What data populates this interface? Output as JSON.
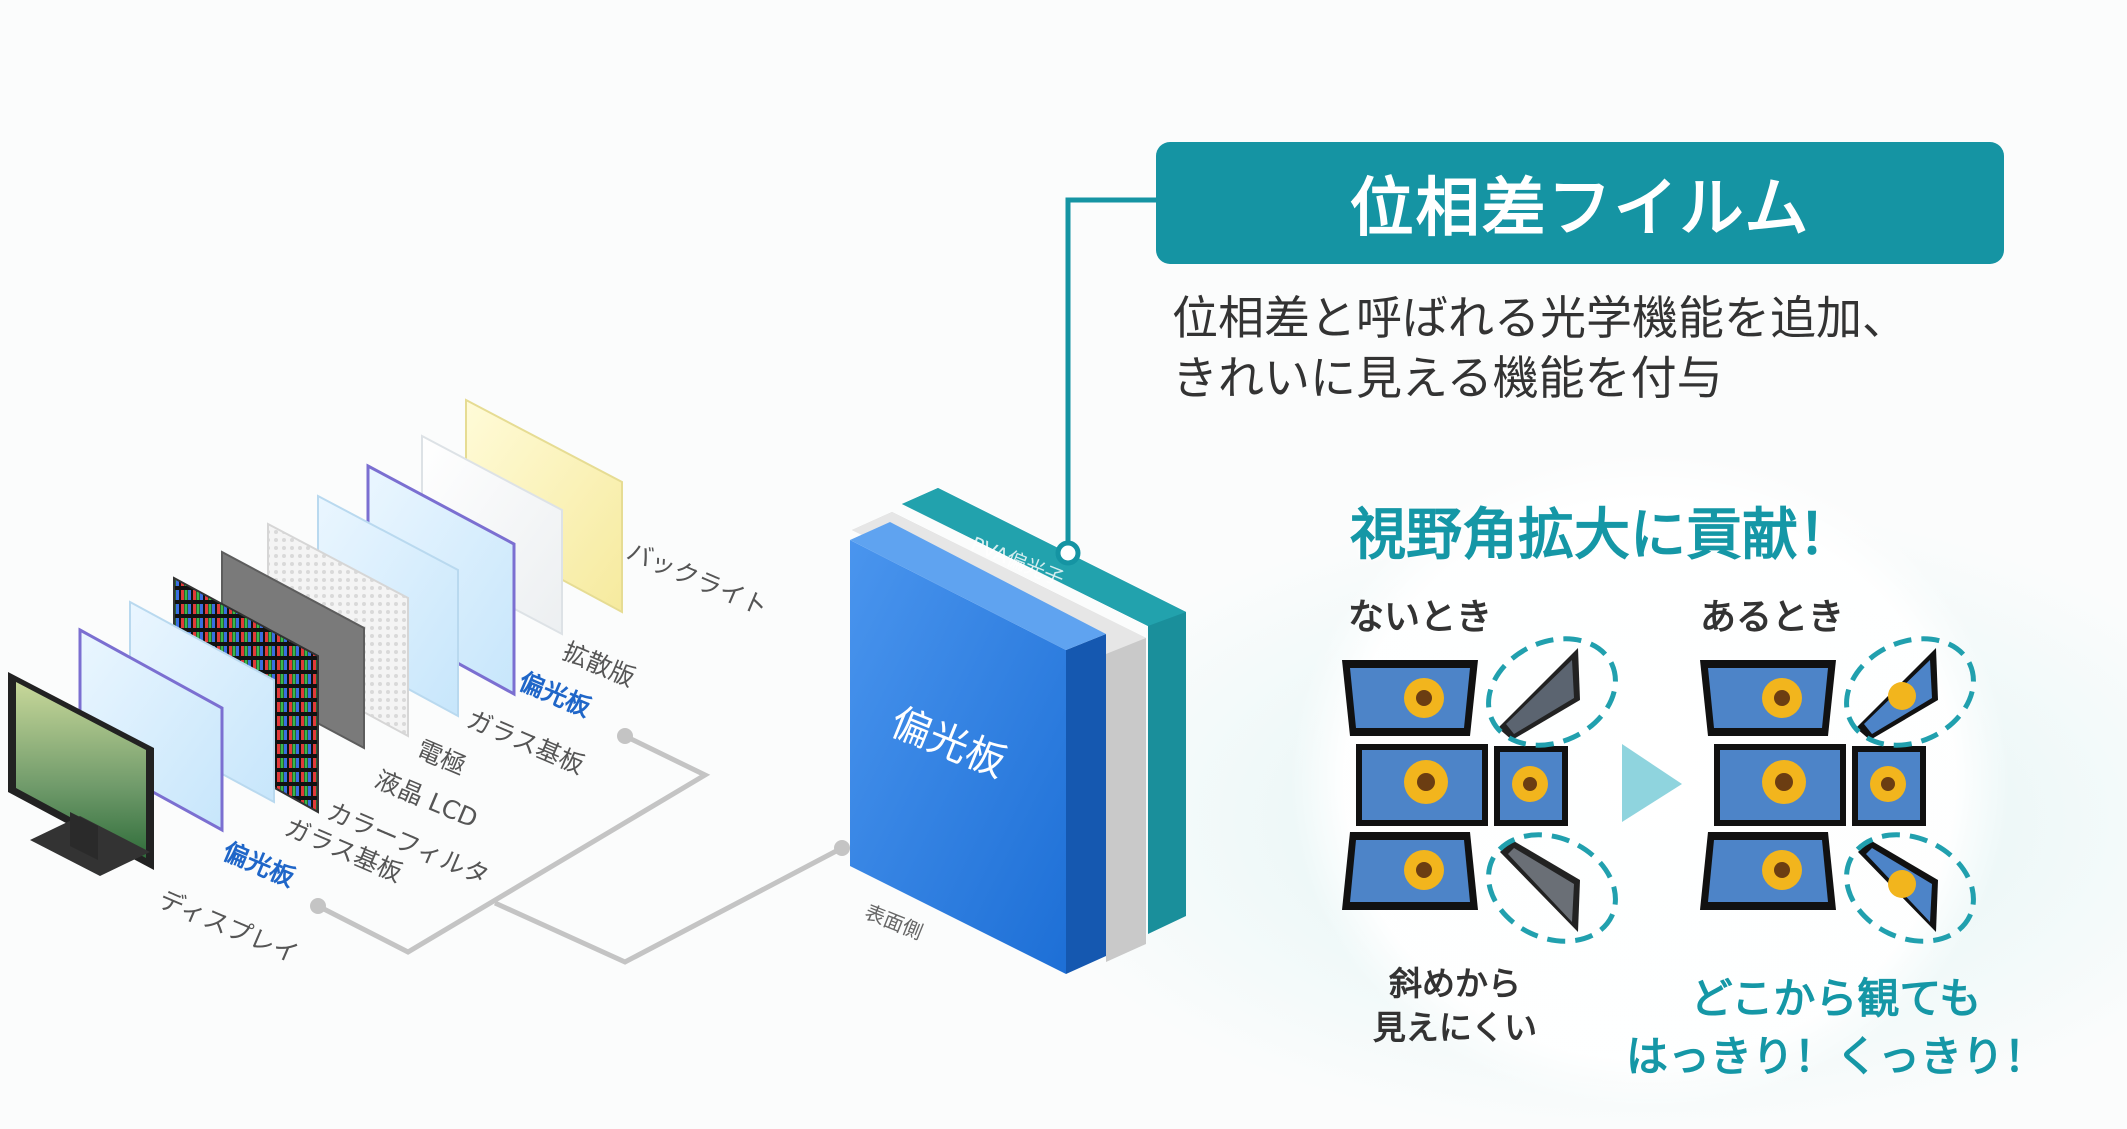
{
  "title": "位相差フイルム",
  "description": [
    "位相差と呼ばれる光学機能を追加、",
    "きれいに見える機能を付与"
  ],
  "headline": "視野角拡大に貢献！",
  "comparison": {
    "without_label": "ないとき",
    "with_label": "あるとき",
    "without_caption": [
      "斜めから",
      "見えにくい"
    ],
    "with_caption": [
      "どこから観ても",
      "はっきり！くっきり！"
    ]
  },
  "layers": {
    "backlight": "バックライト",
    "diffuser": "拡散版",
    "polarizer_rear": "偏光板",
    "glass_rear": "ガラス基板",
    "electrode": "電極",
    "lcd": "液晶 LCD",
    "color_filter": "カラーフィルタ",
    "glass_front": "ガラス基板",
    "polarizer_front": "偏光板",
    "display": "ディスプレイ"
  },
  "panel": {
    "label": "偏光板",
    "pva_label": "PVA偏光子",
    "front_side_label": "表面側"
  },
  "colors": {
    "teal": "#1594a3",
    "blue_label": "#1f66c8",
    "panel_blue": "#2f7fe0",
    "arrow": "#8fd4de"
  }
}
